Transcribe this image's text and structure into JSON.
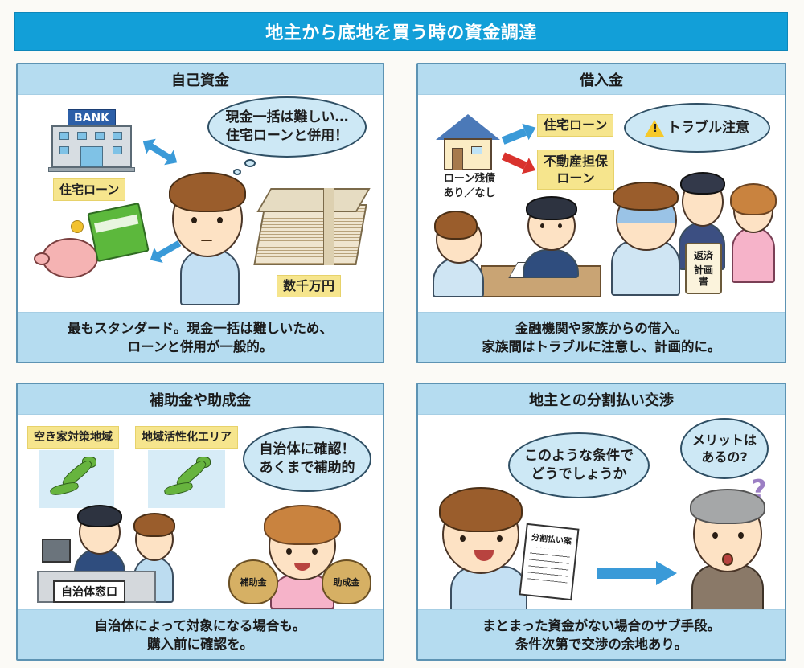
{
  "title": "地主から底地を買う時の資金調達",
  "panels": {
    "self_funds": {
      "header": "自己資金",
      "bank_sign": "BANK",
      "bank_label": "住宅ローン",
      "thought_bubble": [
        "現金一括は難しい…",
        "住宅ローンと併用！"
      ],
      "money_label": "数千万円",
      "footer": [
        "最もスタンダード。現金一括は難しいため、",
        "ローンと併用が一般的。"
      ]
    },
    "borrowing": {
      "header": "借入金",
      "house_label": [
        "ローン残債",
        "あり／なし"
      ],
      "option_1": "住宅ローン",
      "option_2": [
        "不動産担保",
        "ローン"
      ],
      "warning_bubble": "トラブル注意",
      "scroll_text": [
        "返済",
        "計画",
        "書"
      ],
      "footer": [
        "金融機関や家族からの借入。",
        "家族間はトラブルに注意し、計画的に。"
      ]
    },
    "subsidy": {
      "header": "補助金や助成金",
      "region_1": "空き家対策地域",
      "region_2": "地域活性化エリア",
      "speech_bubble": [
        "自治体に確認！",
        "あくまで補助的"
      ],
      "desk_label": "自治体窓口",
      "bag_1": "補助金",
      "bag_2": "助成金",
      "footer": [
        "自治体によって対象になる場合も。",
        "購入前に確認を。"
      ]
    },
    "installment": {
      "header": "地主との分割払い交渉",
      "speech_bubble": [
        "このような条件で",
        "どうでしょうか"
      ],
      "landowner_bubble": [
        "メリットは",
        "あるの?"
      ],
      "document_title": "分割払い案",
      "question_mark": "?",
      "footer": [
        "まとまった資金がない場合のサブ手段。",
        "条件次第で交渉の余地あり。"
      ]
    }
  },
  "colors": {
    "title_bar": "#129fd8",
    "panel_band": "#b5dcf0",
    "panel_border": "#5d93b3",
    "label_yellow": "#f6e58d",
    "arrow_blue": "#3a9ad8",
    "arrow_red": "#d9322d"
  }
}
